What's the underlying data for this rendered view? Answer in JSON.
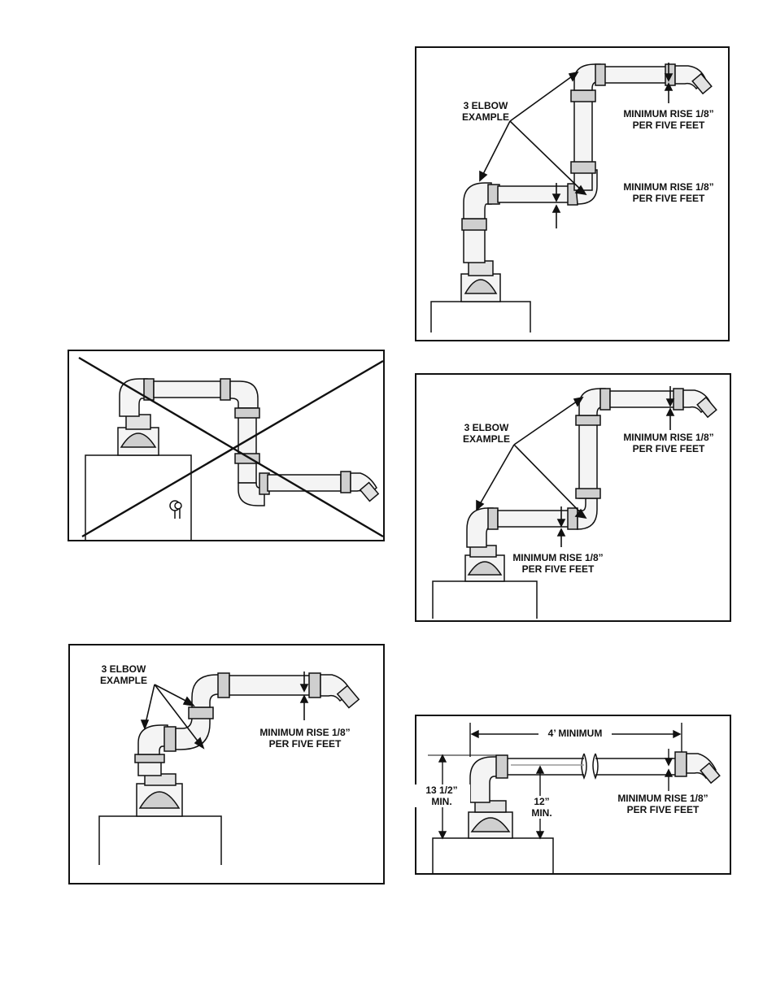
{
  "labels": {
    "elbow_line1": "3 ELBOW",
    "elbow_line2": "EXAMPLE",
    "rise_line1": "MINIMUM RISE 1/8”",
    "rise_line2": "PER FIVE FEET",
    "four_min": "4’ MINIMUM",
    "thirteen_line1": "13 1/2”",
    "thirteen_line2": "MIN.",
    "twelve_line1": "12”",
    "twelve_line2": "MIN."
  },
  "colors": {
    "ink": "#111111",
    "pipe": "#f4f4f4",
    "shade": "#bdbdbd"
  }
}
